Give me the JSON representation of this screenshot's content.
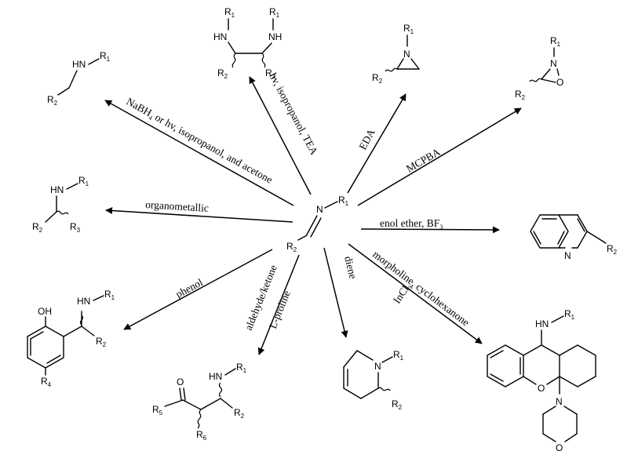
{
  "center": {
    "n_label": "N",
    "r1_label": "R",
    "r1_sub": "1",
    "r2_label": "R",
    "r2_sub": "2"
  },
  "atoms": {
    "N": "N",
    "NH": "NH",
    "HN": "HN",
    "OH": "OH",
    "O": "O",
    "R": "R",
    "s1": "1",
    "s2": "2",
    "s3": "3",
    "s4": "4",
    "s5": "5",
    "s6": "6"
  },
  "reagents": {
    "nabh4": {
      "pre": "NaBH",
      "sub": "4",
      "post": " or hv, isopropanol, and acetone"
    },
    "hv_tea": "hv, isopropanol, TEA",
    "eda": "EDA",
    "mcpba": "MCPBA",
    "organometallic": "organometallic",
    "enol": {
      "pre": "enol ether, BF",
      "sub": "3"
    },
    "phenol": "phenol",
    "aldehyde": "aldehyde/ketone",
    "lproline": "L-proline",
    "diene": "diene",
    "morpholine": "morpholine, cyclohexanone",
    "incl3": {
      "pre": "InCl",
      "sub": "3"
    }
  },
  "arrows": [
    {
      "id": "to-amine",
      "reagent": "nabh4"
    },
    {
      "id": "to-diamine",
      "reagent": "hv_tea"
    },
    {
      "id": "to-aziridine",
      "reagent": "eda"
    },
    {
      "id": "to-oxaziridine",
      "reagent": "mcpba"
    },
    {
      "id": "to-branched-amine",
      "reagent": "organometallic"
    },
    {
      "id": "to-quinoline",
      "reagent": "enol"
    },
    {
      "id": "to-aminophenol",
      "reagent": "phenol"
    },
    {
      "id": "to-aminoketone",
      "reagent": "aldehyde"
    },
    {
      "id": "to-tetrahydropyridine",
      "reagent": "diene"
    },
    {
      "id": "to-xanthene",
      "reagent": "morpholine"
    }
  ]
}
